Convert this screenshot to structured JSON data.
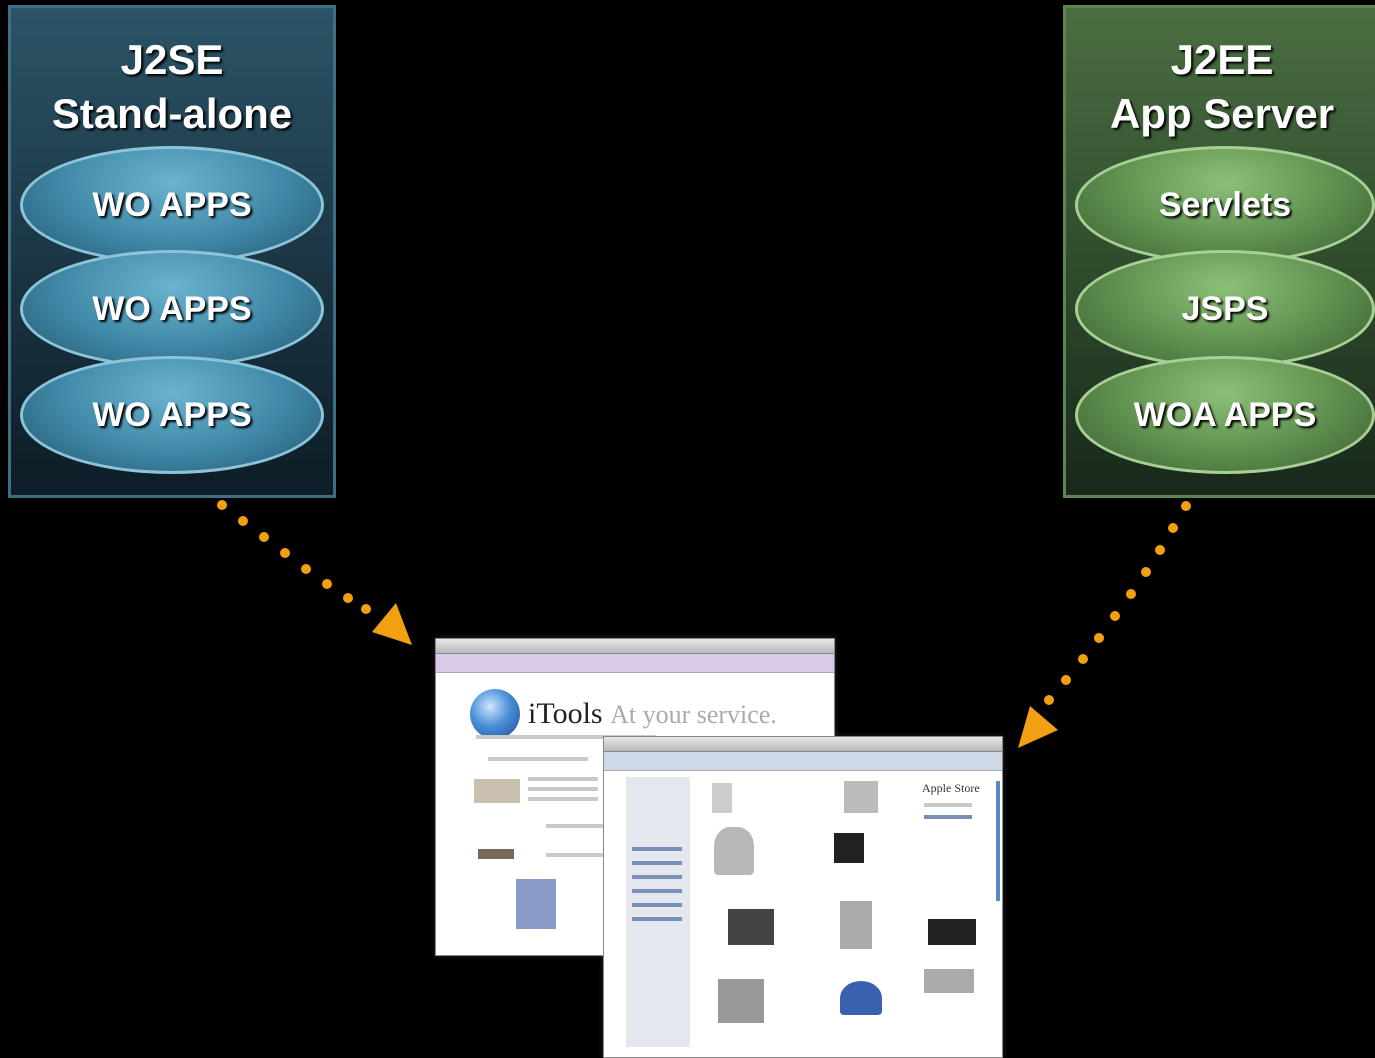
{
  "left_panel": {
    "title_line1": "J2SE",
    "title_line2": "Stand-alone",
    "items": [
      "WO APPS",
      "WO APPS",
      "WO APPS"
    ],
    "color": "#2b5466"
  },
  "right_panel": {
    "title_line1": "J2EE",
    "title_line2": "App Server",
    "items": [
      "Servlets",
      "JSPS",
      "WOA APPS"
    ],
    "color": "#4a6e42"
  },
  "arrow_color": "#f0a010",
  "screenshot": {
    "back_window": {
      "heading": "iTools",
      "tagline": "At your service."
    },
    "front_window": {
      "sidebar_title": "Apple Store"
    }
  }
}
